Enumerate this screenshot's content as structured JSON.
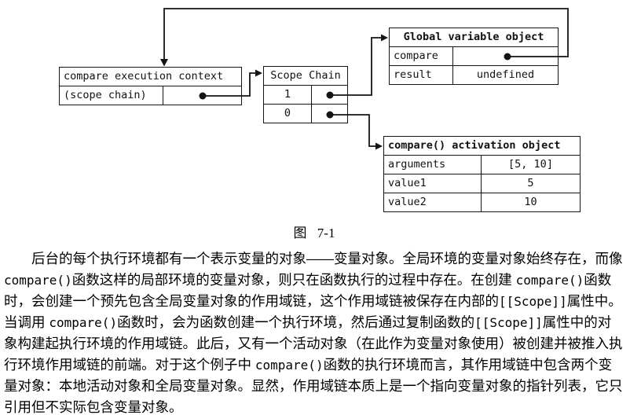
{
  "caption": "图 7-1",
  "diagram": {
    "exec_context": {
      "title": "compare execution context",
      "rows": [
        {
          "label": "(scope chain)",
          "value": ""
        }
      ]
    },
    "scope_chain": {
      "title": "Scope Chain",
      "rows": [
        {
          "label": "1",
          "value": ""
        },
        {
          "label": "0",
          "value": ""
        }
      ]
    },
    "global_object": {
      "title": "Global variable object",
      "rows": [
        {
          "label": "compare",
          "value": ""
        },
        {
          "label": "result",
          "value": "undefined"
        }
      ]
    },
    "activation_object": {
      "title": "compare() activation object",
      "rows": [
        {
          "label": "arguments",
          "value": "[5, 10]"
        },
        {
          "label": "value1",
          "value": "5"
        },
        {
          "label": "value2",
          "value": "10"
        }
      ]
    }
  },
  "paragraph": {
    "line1": {
      "t1": "后台的每个执行环境都有一个表示变量的对象——变量对象。全局环境的变量对象始终存在，而像"
    },
    "line2": {
      "c1": "compare()",
      "t1": "函数这样的局部环境的变量对象，则只在函数执行的过程中存在。在创建 ",
      "c2": "compare()",
      "t2": "函数"
    },
    "line3": {
      "t1": "时，会创建一个预先包含全局变量对象的作用域链，这个作用域链被保存在内部的",
      "c1": "[[Scope]]",
      "t2": "属性中。"
    },
    "line4": {
      "t1": "当调用 ",
      "c1": "compare()",
      "t2": "函数时，会为函数创建一个执行环境，然后通过复制函数的",
      "c2": "[[Scope]]",
      "t3": "属性中的对"
    },
    "line5": {
      "t1": "象构建起执行环境的作用域链。此后，又有一个活动对象（在此作为变量对象使用）被创建并被推入执"
    },
    "line6": {
      "t1": "行环境作用域链的前端。对于这个例子中 ",
      "c1": "compare()",
      "t2": "函数的执行环境而言，其作用域链中包含两个变"
    },
    "line7": {
      "t1": "量对象：本地活动对象和全局变量对象。显然，作用域链本质上是一个指向变量对象的指针列表，它只"
    },
    "line8": {
      "t1": "引用但不实际包含变量对象。"
    }
  }
}
